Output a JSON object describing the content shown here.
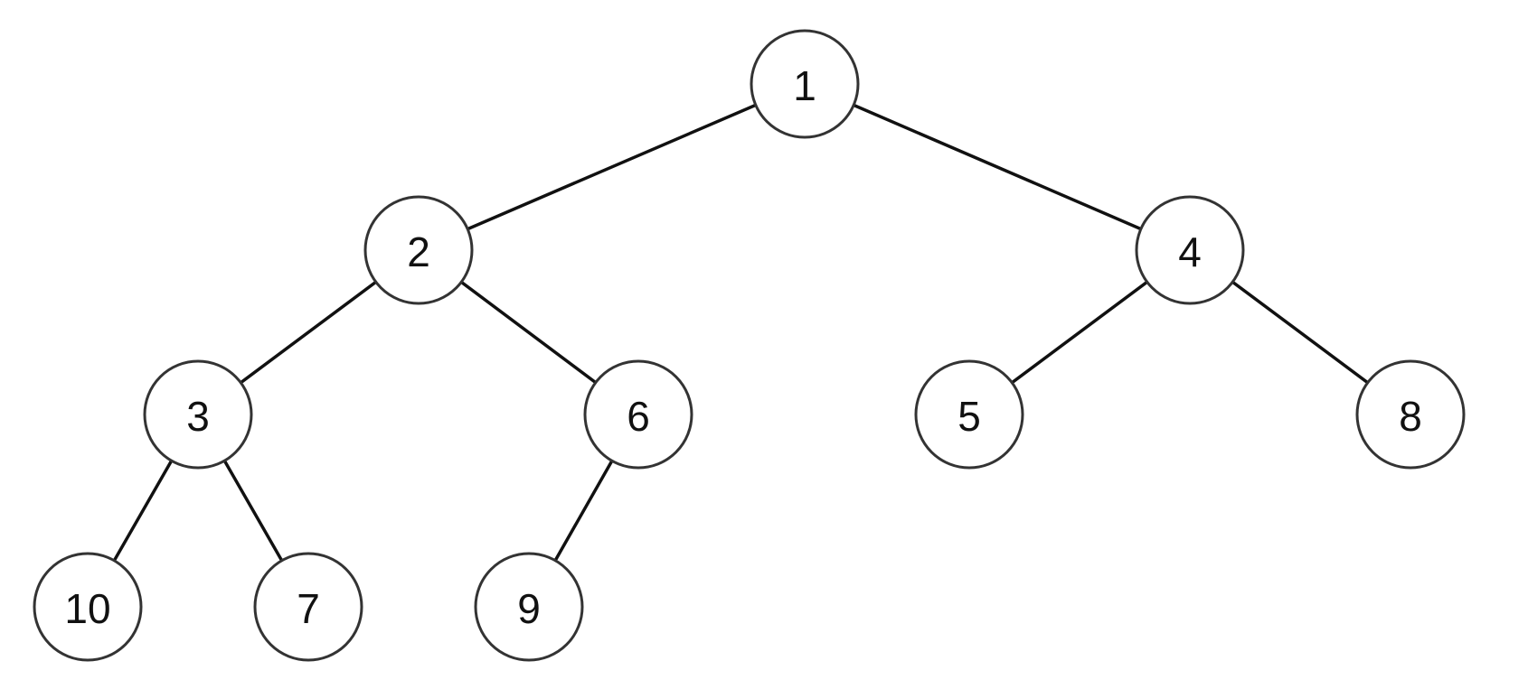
{
  "tree": {
    "nodes": [
      {
        "id": "1",
        "label": "1"
      },
      {
        "id": "2",
        "label": "2"
      },
      {
        "id": "4",
        "label": "4"
      },
      {
        "id": "3",
        "label": "3"
      },
      {
        "id": "6",
        "label": "6"
      },
      {
        "id": "5",
        "label": "5"
      },
      {
        "id": "8",
        "label": "8"
      },
      {
        "id": "10",
        "label": "10"
      },
      {
        "id": "7",
        "label": "7"
      },
      {
        "id": "9",
        "label": "9"
      }
    ],
    "edges": [
      {
        "from": "1",
        "to": "2"
      },
      {
        "from": "1",
        "to": "4"
      },
      {
        "from": "2",
        "to": "3"
      },
      {
        "from": "2",
        "to": "6"
      },
      {
        "from": "4",
        "to": "5"
      },
      {
        "from": "4",
        "to": "8"
      },
      {
        "from": "3",
        "to": "10"
      },
      {
        "from": "3",
        "to": "7"
      },
      {
        "from": "6",
        "to": "9"
      }
    ]
  }
}
